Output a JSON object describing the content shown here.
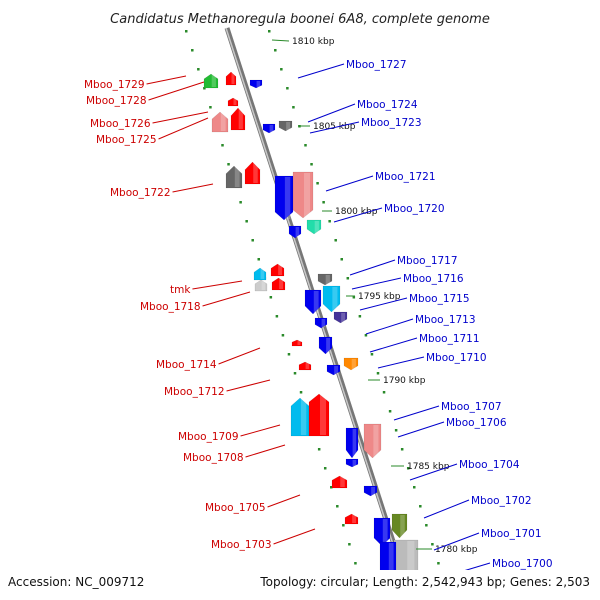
{
  "title": "Candidatus Methanoregula boonei 6A8, complete genome",
  "footer": {
    "accession": "Accession: NC_009712",
    "summary": "Topology: circular; Length: 2,542,943 bp; Genes: 2,503"
  },
  "colors": {
    "backbone": "#888888",
    "left_label": "#cc0000",
    "right_label": "#0000cc",
    "tick_dots": "#2a8a2a"
  },
  "kbp_ticks": [
    "1810 kbp",
    "1805 kbp",
    "1800 kbp",
    "1795 kbp",
    "1790 kbp",
    "1785 kbp",
    "1780 kbp"
  ],
  "left_labels": [
    "Mboo_1729",
    "Mboo_1728",
    "Mboo_1726",
    "Mboo_1725",
    "Mboo_1722",
    "tmk",
    "Mboo_1718",
    "Mboo_1714",
    "Mboo_1712",
    "Mboo_1709",
    "Mboo_1708",
    "Mboo_1705",
    "Mboo_1703"
  ],
  "right_labels": [
    "Mboo_1727",
    "Mboo_1724",
    "Mboo_1723",
    "Mboo_1721",
    "Mboo_1720",
    "Mboo_1717",
    "Mboo_1716",
    "Mboo_1715",
    "Mboo_1713",
    "Mboo_1711",
    "Mboo_1710",
    "Mboo_1707",
    "Mboo_1706",
    "Mboo_1704",
    "Mboo_1702",
    "Mboo_1701",
    "Mboo_1700"
  ],
  "genes": [
    {
      "color": "#ff0000",
      "strand": "+"
    },
    {
      "color": "#22bb33",
      "strand": "+"
    },
    {
      "color": "#0000ee",
      "strand": "-"
    },
    {
      "color": "#ff0000",
      "strand": "+"
    },
    {
      "color": "#ee8888",
      "strand": "+"
    },
    {
      "color": "#ff0000",
      "strand": "+"
    },
    {
      "color": "#0000ee",
      "strand": "-"
    },
    {
      "color": "#666666",
      "strand": "-"
    },
    {
      "color": "#666666",
      "strand": "+"
    },
    {
      "color": "#ff0000",
      "strand": "+"
    },
    {
      "color": "#0000ee",
      "strand": "-"
    },
    {
      "color": "#ee8888",
      "strand": "-"
    },
    {
      "color": "#0000ee",
      "strand": "-"
    },
    {
      "color": "#22ddaa",
      "strand": "-"
    },
    {
      "color": "#00bbee",
      "strand": "+"
    },
    {
      "color": "#ff0000",
      "strand": "+"
    },
    {
      "color": "#cccccc",
      "strand": "+"
    },
    {
      "color": "#ff0000",
      "strand": "+"
    },
    {
      "color": "#666666",
      "strand": "-"
    },
    {
      "color": "#0000ee",
      "strand": "-"
    },
    {
      "color": "#00bbee",
      "strand": "-"
    },
    {
      "color": "#0000ee",
      "strand": "-"
    },
    {
      "color": "#443399",
      "strand": "-"
    },
    {
      "color": "#ff0000",
      "strand": "+"
    },
    {
      "color": "#0000ee",
      "strand": "-"
    },
    {
      "color": "#ff0000",
      "strand": "+"
    },
    {
      "color": "#ff8800",
      "strand": "-"
    },
    {
      "color": "#0000ee",
      "strand": "-"
    },
    {
      "color": "#00bbee",
      "strand": "+"
    },
    {
      "color": "#ff0000",
      "strand": "+"
    },
    {
      "color": "#0000ee",
      "strand": "-"
    },
    {
      "color": "#ee8888",
      "strand": "-"
    },
    {
      "color": "#0000ee",
      "strand": "-"
    },
    {
      "color": "#ff0000",
      "strand": "+"
    },
    {
      "color": "#0000ee",
      "strand": "-"
    },
    {
      "color": "#ff0000",
      "strand": "+"
    },
    {
      "color": "#0000ee",
      "strand": "-"
    },
    {
      "color": "#668822",
      "strand": "-"
    },
    {
      "color": "#bbbbbb",
      "strand": "-"
    },
    {
      "color": "#0000ee",
      "strand": "-"
    }
  ]
}
